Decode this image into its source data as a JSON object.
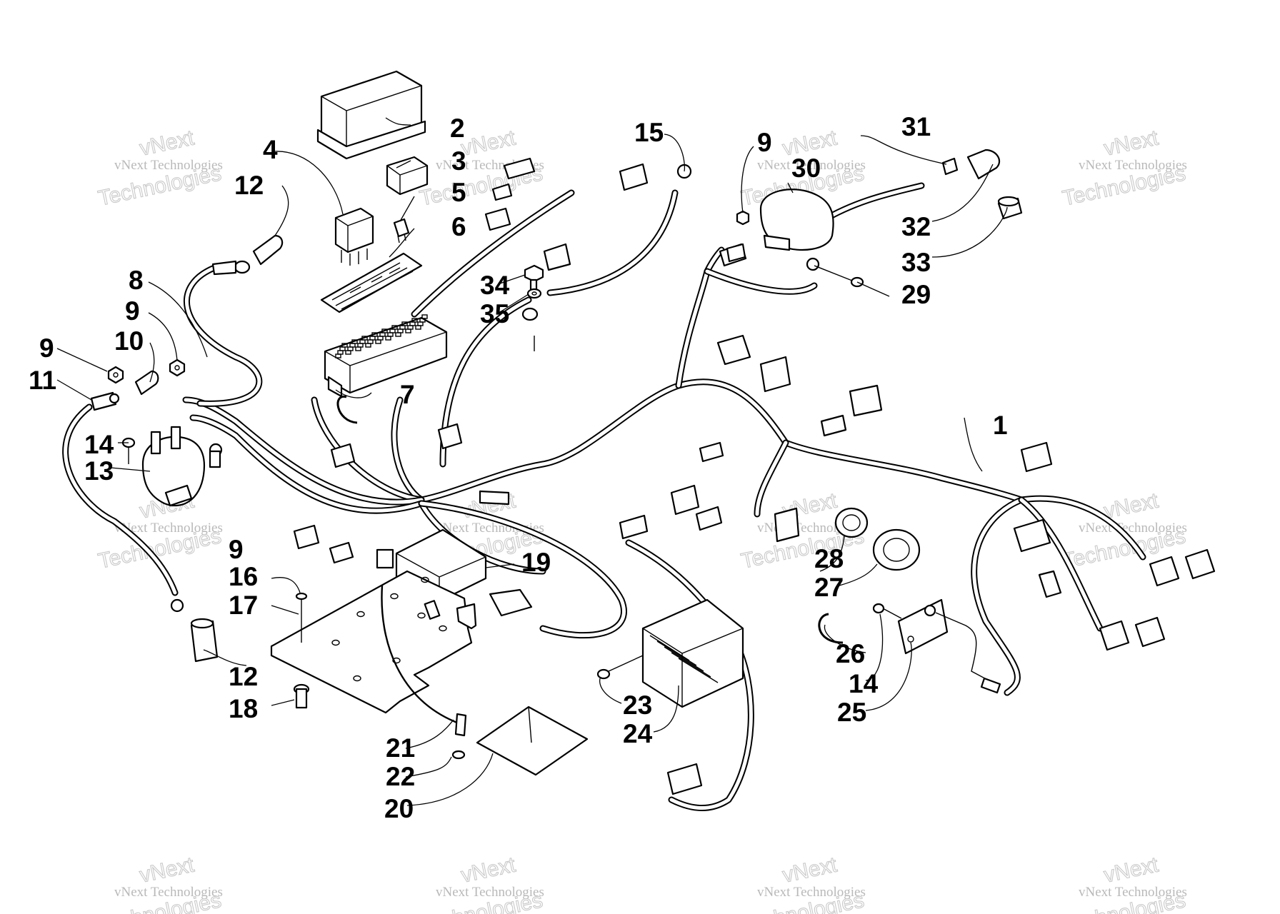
{
  "watermark": {
    "line1": "vNext",
    "line2": "vNext Technologies",
    "line3": "Technologies"
  },
  "callouts": [
    "1",
    "2",
    "3",
    "4",
    "5",
    "6",
    "7",
    "8",
    "9",
    "9",
    "9",
    "9",
    "10",
    "11",
    "12",
    "12",
    "13",
    "14",
    "14",
    "15",
    "16",
    "17",
    "18",
    "19",
    "20",
    "21",
    "22",
    "23",
    "24",
    "25",
    "26",
    "27",
    "28",
    "29",
    "30",
    "31",
    "32",
    "33",
    "34",
    "35"
  ]
}
